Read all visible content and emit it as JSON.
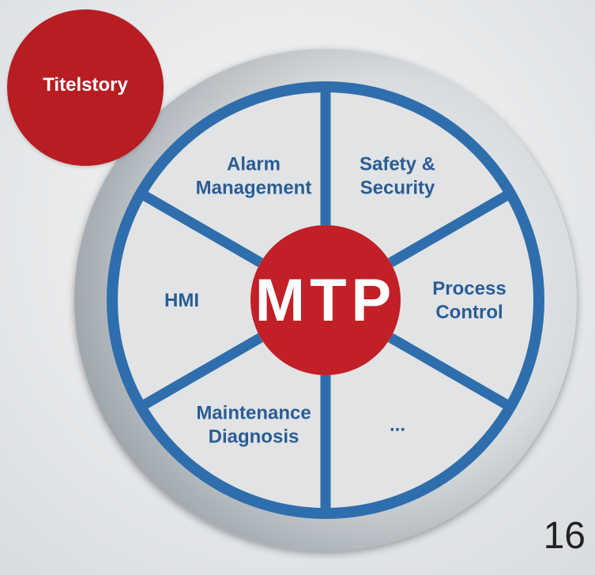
{
  "badge": {
    "label": "Titelstory",
    "color": "#b81d22"
  },
  "page_number": "16",
  "diagram": {
    "center_label": "MTP",
    "segments": [
      {
        "lines": [
          "Safety &",
          "Security"
        ]
      },
      {
        "lines": [
          "Process",
          "Control"
        ]
      },
      {
        "lines": [
          "..."
        ]
      },
      {
        "lines": [
          "Maintenance",
          "Diagnosis"
        ]
      },
      {
        "lines": [
          "HMI"
        ]
      },
      {
        "lines": [
          "Alarm",
          "Management"
        ]
      }
    ],
    "colors": {
      "ring": "#2f6eac",
      "segment_fill": "#e2e3e4",
      "label": "#2a5d95",
      "center": "#c21f26",
      "center_text": "#ffffff"
    }
  }
}
